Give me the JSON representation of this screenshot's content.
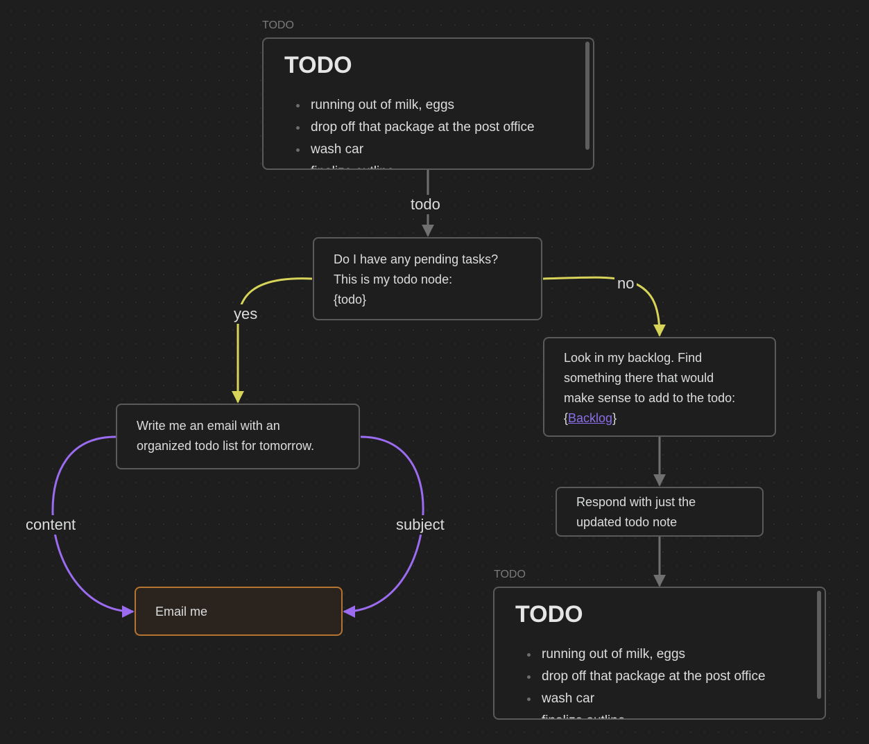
{
  "canvas": {
    "nodes": {
      "todo_top": {
        "file_label": "TODO",
        "heading": "TODO",
        "items": [
          "running out of milk, eggs",
          "drop off that package at the post office",
          "wash car",
          "finalize outline"
        ]
      },
      "question": {
        "lines": [
          "Do I have any pending tasks?",
          "This is my todo node:",
          "{todo}"
        ]
      },
      "email_prompt": {
        "lines": [
          "Write me an email with an",
          "organized todo list for tomorrow."
        ]
      },
      "email_me": {
        "label": "Email me",
        "color": "#b5742f"
      },
      "backlog": {
        "lines": [
          "Look in my backlog. Find",
          "something there that would",
          "make sense to add to the todo:"
        ],
        "link_prefix": "{",
        "link_text": "Backlog",
        "link_suffix": "}"
      },
      "respond": {
        "lines": [
          "Respond with just the",
          "updated todo note"
        ]
      },
      "todo_bottom": {
        "file_label": "TODO",
        "heading": "TODO",
        "items": [
          "running out of milk, eggs",
          "drop off that package at the post office",
          "wash car",
          "finalize outline"
        ]
      }
    },
    "edges": {
      "todo": {
        "label": "todo",
        "color": "#707070"
      },
      "yes": {
        "label": "yes",
        "color": "#d8d45a"
      },
      "no": {
        "label": "no",
        "color": "#d8d45a"
      },
      "content": {
        "label": "content",
        "color": "#9b6cf0"
      },
      "subject": {
        "label": "subject",
        "color": "#9b6cf0"
      },
      "backlog_to_respond": {
        "label": "",
        "color": "#707070"
      },
      "respond_to_todo": {
        "label": "",
        "color": "#707070"
      }
    }
  }
}
